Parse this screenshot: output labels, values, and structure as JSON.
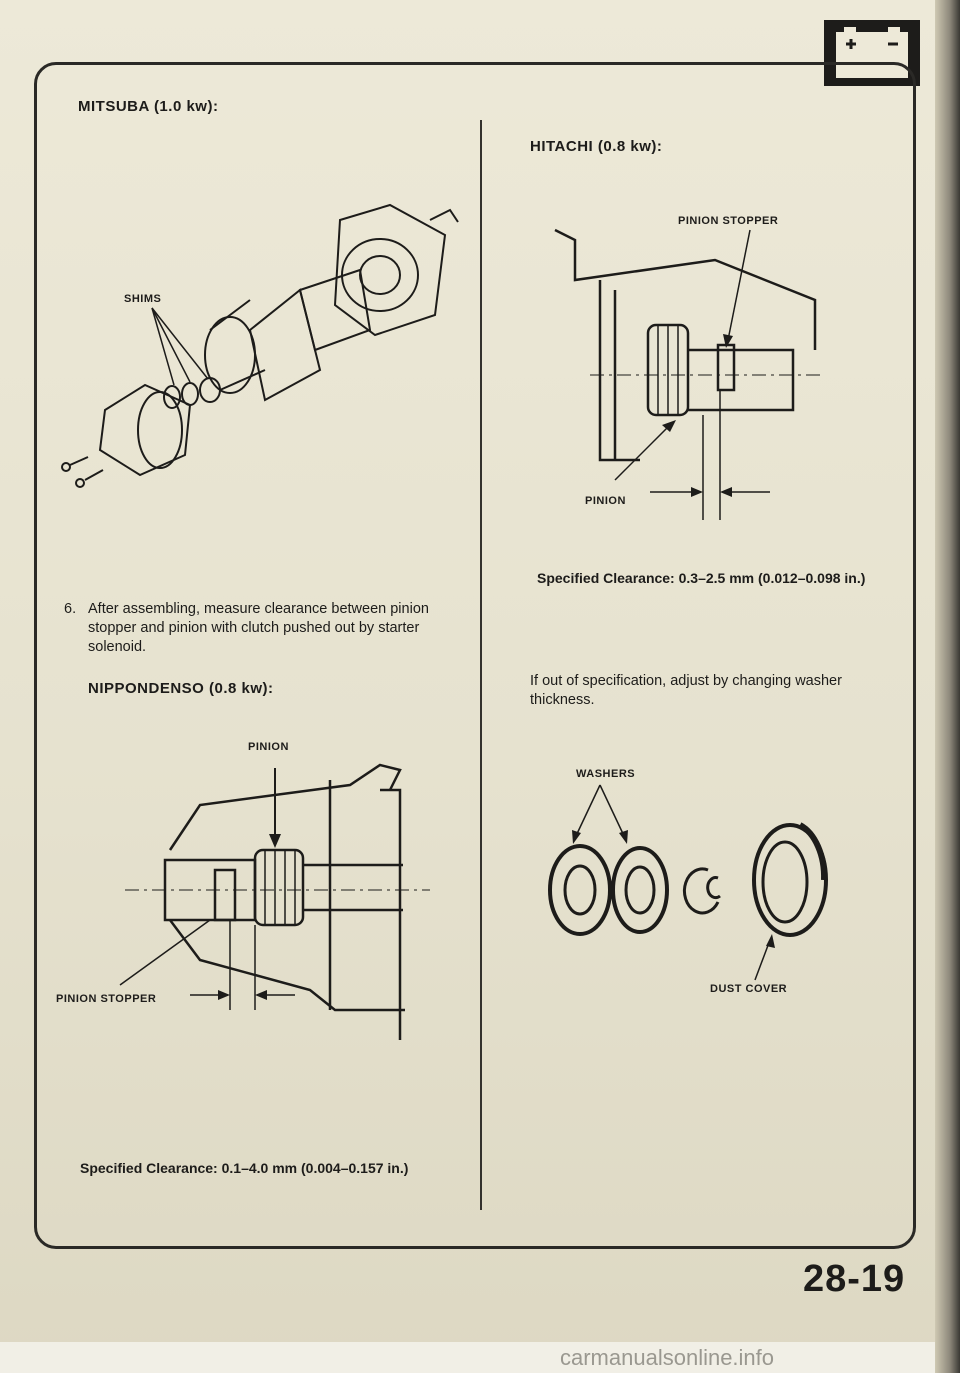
{
  "page": {
    "page_number": "28-19",
    "watermark": "carmanualsonline.info"
  },
  "left": {
    "mitsuba": {
      "heading": "MITSUBA (1.0 kw):",
      "label_shims": "SHIMS"
    },
    "step6": {
      "number": "6.",
      "text": "After assembling, measure clearance between pinion stopper and pinion with clutch pushed out by starter solenoid."
    },
    "nippondenso": {
      "heading": "NIPPONDENSO (0.8 kw):",
      "label_pinion": "PINION",
      "label_pinion_stopper": "PINION STOPPER",
      "spec": "Specified Clearance: 0.1–4.0 mm (0.004–0.157 in.)"
    }
  },
  "right": {
    "hitachi": {
      "heading": "HITACHI (0.8 kw):",
      "label_pinion_stopper": "PINION STOPPER",
      "label_pinion": "PINION",
      "spec": "Specified Clearance: 0.3–2.5 mm (0.012–0.098 in.)"
    },
    "adjust": {
      "text": "If out of specification, adjust by changing washer thickness."
    },
    "washers_fig": {
      "label_washers": "WASHERS",
      "label_dust_cover": "DUST COVER"
    }
  },
  "colors": {
    "paper": "#ede9d8",
    "ink": "#1d1c1a"
  },
  "icons": {
    "corner": "battery-icon"
  }
}
